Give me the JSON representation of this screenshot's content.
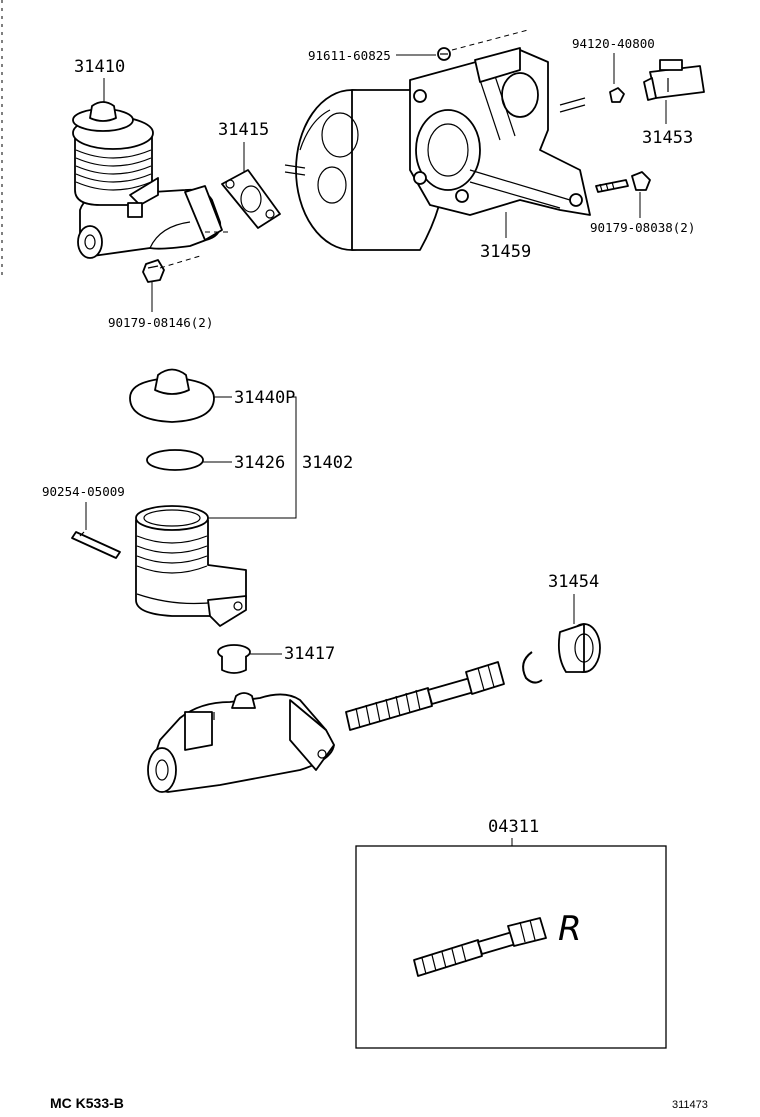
{
  "labels": {
    "p31410": "31410",
    "p31415": "31415",
    "p91611": "91611-60825",
    "p94120": "94120-40800",
    "p31453": "31453",
    "p90179a": "90179-08038(2)",
    "p31459": "31459",
    "p90179b": "90179-08146(2)",
    "p31440p": "31440P",
    "p31426": "31426",
    "p31402": "31402",
    "p90254": "90254-05009",
    "p31417": "31417",
    "p31454": "31454",
    "p04311": "04311"
  },
  "footer": {
    "left": "MC K533-B",
    "right": "311473"
  },
  "handwritten_mark": "R"
}
